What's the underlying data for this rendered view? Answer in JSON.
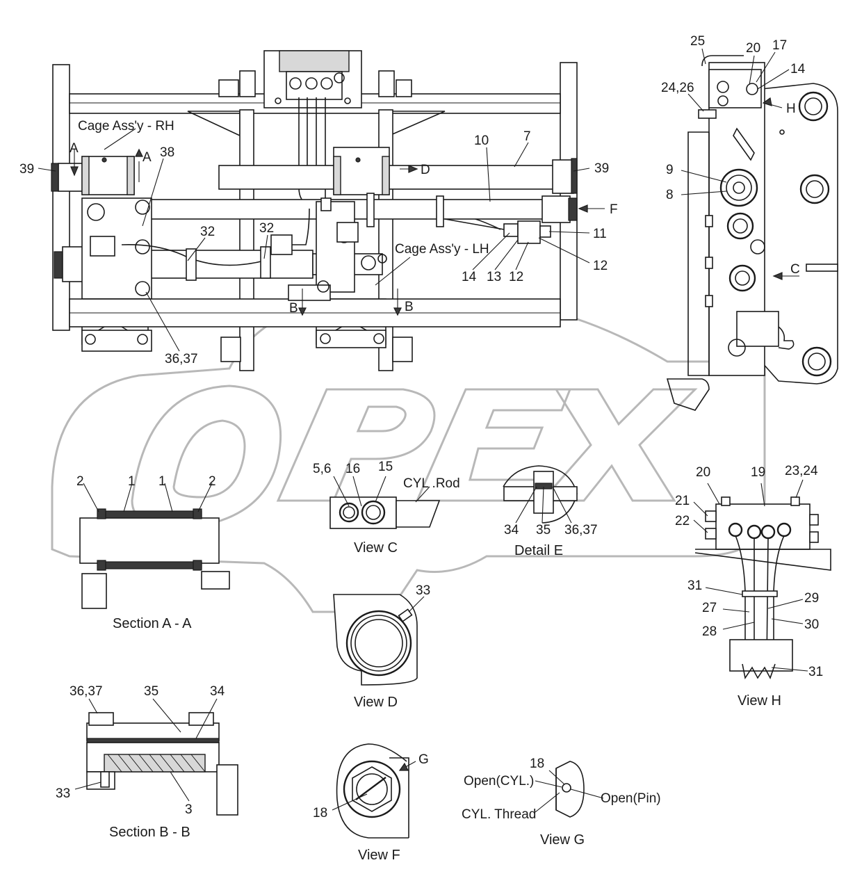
{
  "watermark": {
    "text": "OPEX",
    "color": "#b8b8b8"
  },
  "labels": {
    "cage_rh": "Cage Ass'y - RH",
    "cage_lh": "Cage Ass'y - LH",
    "cyl_rod": "CYL .Rod",
    "open_cyl": "Open(CYL.)",
    "open_pin": "Open(Pin)",
    "cyl_thread": "CYL. Thread",
    "arrow_A_left": "A",
    "arrow_A_right": "A",
    "arrow_B_left": "B",
    "arrow_B_right": "B",
    "arrow_C": "C",
    "arrow_D": "D",
    "arrow_F": "F",
    "arrow_G": "G",
    "arrow_H": "H"
  },
  "captions": {
    "section_aa": "Section  A - A",
    "section_bb": "Section  B - B",
    "view_c": "View  C",
    "view_d": "View  D",
    "view_f": "View  F",
    "view_g": "View  G",
    "view_h": "View  H",
    "detail_e": "Detail  E"
  },
  "callouts": {
    "main": {
      "c39_left": "39",
      "c39_right": "39",
      "c38": "38",
      "c10": "10",
      "c7": "7",
      "c32_left": "32",
      "c32_right": "32",
      "c11": "11",
      "c12_right": "12",
      "c14": "14",
      "c13": "13",
      "c12_bottom": "12",
      "c36_37": "36,37"
    },
    "side": {
      "c25": "25",
      "c20": "20",
      "c17": "17",
      "c14": "14",
      "c24_26": "24,26",
      "c9": "9",
      "c8": "8"
    },
    "section_aa": {
      "c2_left": "2",
      "c1_left": "1",
      "c1_right": "1",
      "c2_right": "2"
    },
    "view_c": {
      "c5_6": "5,6",
      "c16": "16",
      "c15": "15"
    },
    "detail_e": {
      "c34": "34",
      "c35": "35",
      "c36_37": "36,37"
    },
    "view_h": {
      "c20": "20",
      "c19": "19",
      "c23_24": "23,24",
      "c21": "21",
      "c22": "22",
      "c31_top": "31",
      "c29": "29",
      "c27": "27",
      "c30": "30",
      "c28": "28",
      "c31_bottom": "31"
    },
    "view_d": {
      "c33": "33"
    },
    "section_bb": {
      "c36_37": "36,37",
      "c35": "35",
      "c34": "34",
      "c33": "33",
      "c3": "3"
    },
    "view_f": {
      "cG": "G",
      "c18": "18"
    },
    "view_g": {
      "c18": "18"
    }
  }
}
